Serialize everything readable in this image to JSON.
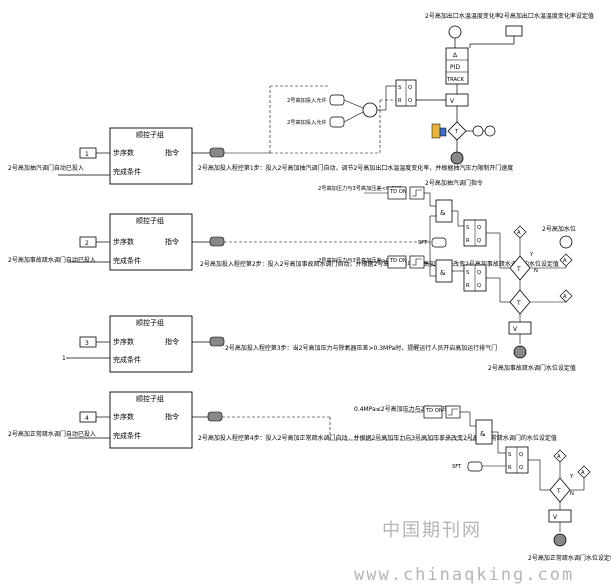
{
  "seq_group_title": "顺控子组",
  "step_count": "步序数",
  "command": "指令",
  "complete_cond": "完成条件",
  "groups": [
    {
      "step": "1",
      "input": "2号高加抽汽调门自动已投入",
      "note": "2号高加投入程控第1步：投入2号高加抽汽调门自动，调节2号高加出口水温温度变化率，并根据抽汽压力限制开门速度"
    },
    {
      "step": "2",
      "input": "2号高加事故疏水调门自动已投入",
      "note": "2号高加投入程控第2步：投入2号高加事故疏水调门自动，并根据2号高加压力与3号高加压差来改变2号高加事故疏水调门的水位设定值"
    },
    {
      "step": "3",
      "input": "1",
      "note": "2号高加投入程控第3步：当2号高加压力与除氧器压差>0.3MPa时，提醒运行人员开启高加运行排气门"
    },
    {
      "step": "4",
      "input": "2号高加正常疏水调门自动已投入",
      "note": "2号高加投入程控第4步：投入2号高加正常疏水调门自动，并根据2号高加压力与3号高加压差来改变2号高加正常疏水调门的水位设定值"
    }
  ],
  "top": {
    "temp_rate": "2号高加出口水温温度变化率",
    "temp_rate_sp": "2号高加出口水温温度变化率设定值",
    "pid_delta": "Δ",
    "pid": "PID",
    "track": "TRACK",
    "ext_allow": "2号高加投入允许",
    "ext_enter": "2号高加投入允许",
    "ext_cmd": "2号高加抽汽调门指令"
  },
  "mid": {
    "dp_cond1": "2号高加压力与3号高加压差<0.3MPa",
    "dp_cond2": "2号高加压力与3号高加压差>0.3MPa",
    "td1": "TD ON",
    "td2": "TD ON",
    "sft": "SFT",
    "level": "2号高加水位",
    "emerg_sp": "2号高加事故疏水调门水位设定值"
  },
  "bottom": {
    "dp_cond": "0.4MPa≤2号高加压力与2号高加压差",
    "td": "TD ON",
    "sft": "SFT",
    "normal_sp": "2号高加正常疏水调门水位设定值"
  },
  "labels": {
    "S": "S",
    "R": "R",
    "Q": "Q",
    "and": "&",
    "T": "T",
    "Y": "Y",
    "N": "N",
    "A": "A",
    "plus": "+",
    "V": "V"
  },
  "watermark": "中国期刊网",
  "watermark_url": "www.chinaqking.com"
}
